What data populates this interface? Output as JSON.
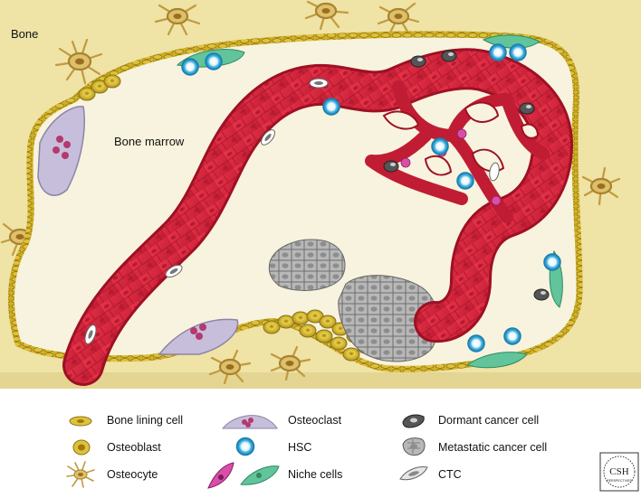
{
  "figure": {
    "region_labels": {
      "bone": "Bone",
      "bone_marrow": "Bone marrow"
    }
  },
  "legend": {
    "items": [
      {
        "key": "bone_lining_cell",
        "label": "Bone lining cell",
        "icon": "bone-lining-cell-icon"
      },
      {
        "key": "osteoblast",
        "label": "Osteoblast",
        "icon": "osteoblast-icon"
      },
      {
        "key": "osteocyte",
        "label": "Osteocyte",
        "icon": "osteocyte-icon"
      },
      {
        "key": "osteoclast",
        "label": "Osteoclast",
        "icon": "osteoclast-icon"
      },
      {
        "key": "hsc",
        "label": "HSC",
        "icon": "hsc-icon"
      },
      {
        "key": "niche_cells",
        "label": "Niche cells",
        "icon": "niche-cells-icon"
      },
      {
        "key": "dormant_cancer_cell",
        "label": "Dormant cancer cell",
        "icon": "dormant-cancer-cell-icon"
      },
      {
        "key": "metastatic_cancer_cell",
        "label": "Metastatic cancer cell",
        "icon": "metastatic-cancer-cell-icon"
      },
      {
        "key": "ctc",
        "label": "CTC",
        "icon": "ctc-icon"
      }
    ]
  },
  "logo": {
    "line1": "CSH",
    "line2": "PERSPECTIVES"
  },
  "colors": {
    "bone": "#efe3a6",
    "marrow": "#f8f3de",
    "vessel": "#d8243a",
    "vessel_dark": "#9e1024",
    "lining": "#d6b62c",
    "hsc": "#3fb1df",
    "niche_green": "#62c49a",
    "niche_pink": "#d84fa8",
    "osteoclast": "#b8aec8",
    "cancer_grey": "#8c8c8c"
  }
}
